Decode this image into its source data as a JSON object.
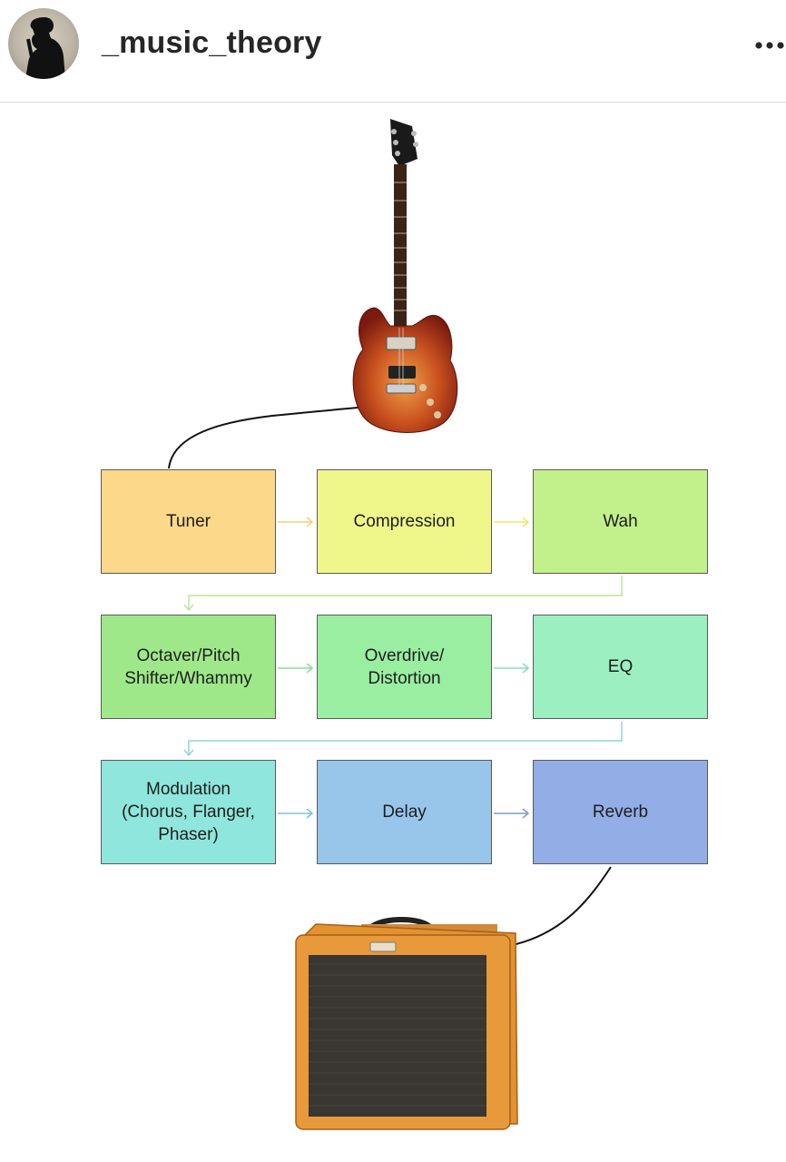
{
  "header": {
    "username": "_music_theory",
    "avatar_icon": "saxophone-player-silhouette-icon",
    "more_icon": "more-options-icon"
  },
  "diagram": {
    "input_icon": "electric-guitar-icon",
    "output_icon": "guitar-amplifier-icon",
    "rows": [
      [
        "Tuner",
        "Compression",
        "Wah"
      ],
      [
        "Octaver/Pitch\nShifter/Whammy",
        "Overdrive/\nDistortion",
        "EQ"
      ],
      [
        "Modulation\n(Chorus, Flanger,\nPhaser)",
        "Delay",
        "Reverb"
      ]
    ],
    "colors": {
      "tuner": "#fcd88a",
      "compression": "#eff78a",
      "wah": "#c2f08a",
      "octaver": "#9ee88a",
      "overdrive": "#9aeea2",
      "eq": "#9cefc0",
      "modulation": "#8fe6dc",
      "delay": "#97c6ea",
      "reverb": "#93aee6"
    }
  }
}
